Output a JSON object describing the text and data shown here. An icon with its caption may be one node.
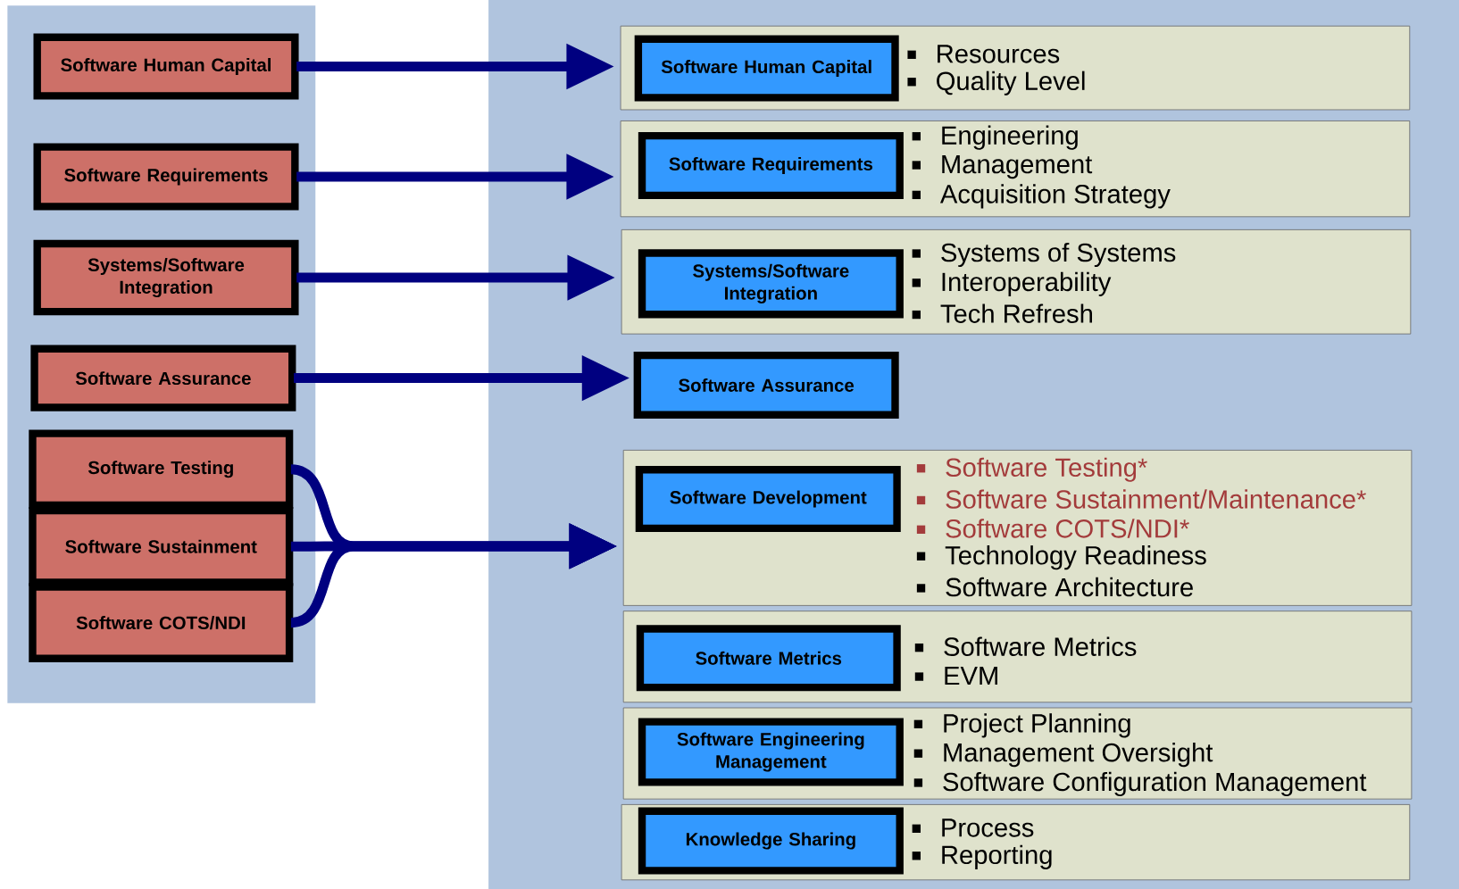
{
  "diagram": {
    "nodes": [
      {
        "text": [
          "Software Human Capital"
        ]
      },
      {
        "text": [
          "Software Requirements"
        ]
      },
      {
        "text": [
          "Systems/Software Integration"
        ]
      },
      {
        "text": [
          "Software Assurance"
        ]
      },
      {
        "text": [
          "Software Testing"
        ]
      },
      {
        "text": [
          "Software Sustainment"
        ]
      },
      {
        "text": [
          "Software COTS/NDI"
        ]
      },
      {
        "text": [
          "Resources",
          "Quality Level"
        ]
      },
      {
        "text": [
          "Software Human Capital"
        ],
        "in": 7
      },
      {
        "text": [
          "Engineering",
          "Management",
          "Acquisition Strategy"
        ]
      },
      {
        "text": [
          "Software Requirements"
        ],
        "in": 9
      },
      {
        "text": [
          "Systems of Systems",
          "Interoperability",
          "Tech Refresh"
        ]
      },
      {
        "text": [
          "Systems/Software Integration"
        ],
        "in": 11
      },
      {
        "text": [
          "Software Assurance"
        ]
      },
      {
        "text": [
          "Software Testing*",
          "Software Sustainment/Maintenance*",
          "Software COTS/NDI*",
          "Technology Readiness",
          "Software Architecture"
        ]
      },
      {
        "text": [
          "Software Development"
        ],
        "in": 14
      },
      {
        "text": [
          "Software Metrics",
          "EVM"
        ]
      },
      {
        "text": [
          "Software Metrics"
        ],
        "in": 16
      },
      {
        "text": [
          "Project Planning",
          "Management Oversight",
          "Software Configuration Management"
        ]
      },
      {
        "text": [
          "Software Engineering Management"
        ],
        "in": 18
      },
      {
        "text": [
          "Process",
          "Reporting"
        ]
      },
      {
        "text": [
          "Knowledge Sharing"
        ],
        "in": 20
      }
    ],
    "edges": [
      {
        "from": 0,
        "to": 7,
        "arrow": "to"
      },
      {
        "from": 1,
        "to": 9,
        "arrow": "to"
      },
      {
        "from": 2,
        "to": 11,
        "arrow": "to"
      },
      {
        "from": 3,
        "to": 13,
        "arrow": "to"
      },
      {
        "from": 4,
        "to": 14,
        "arrow": "to"
      },
      {
        "from": 5,
        "to": 14,
        "arrow": "to"
      },
      {
        "from": 6,
        "to": 14,
        "arrow": "to"
      }
    ]
  }
}
